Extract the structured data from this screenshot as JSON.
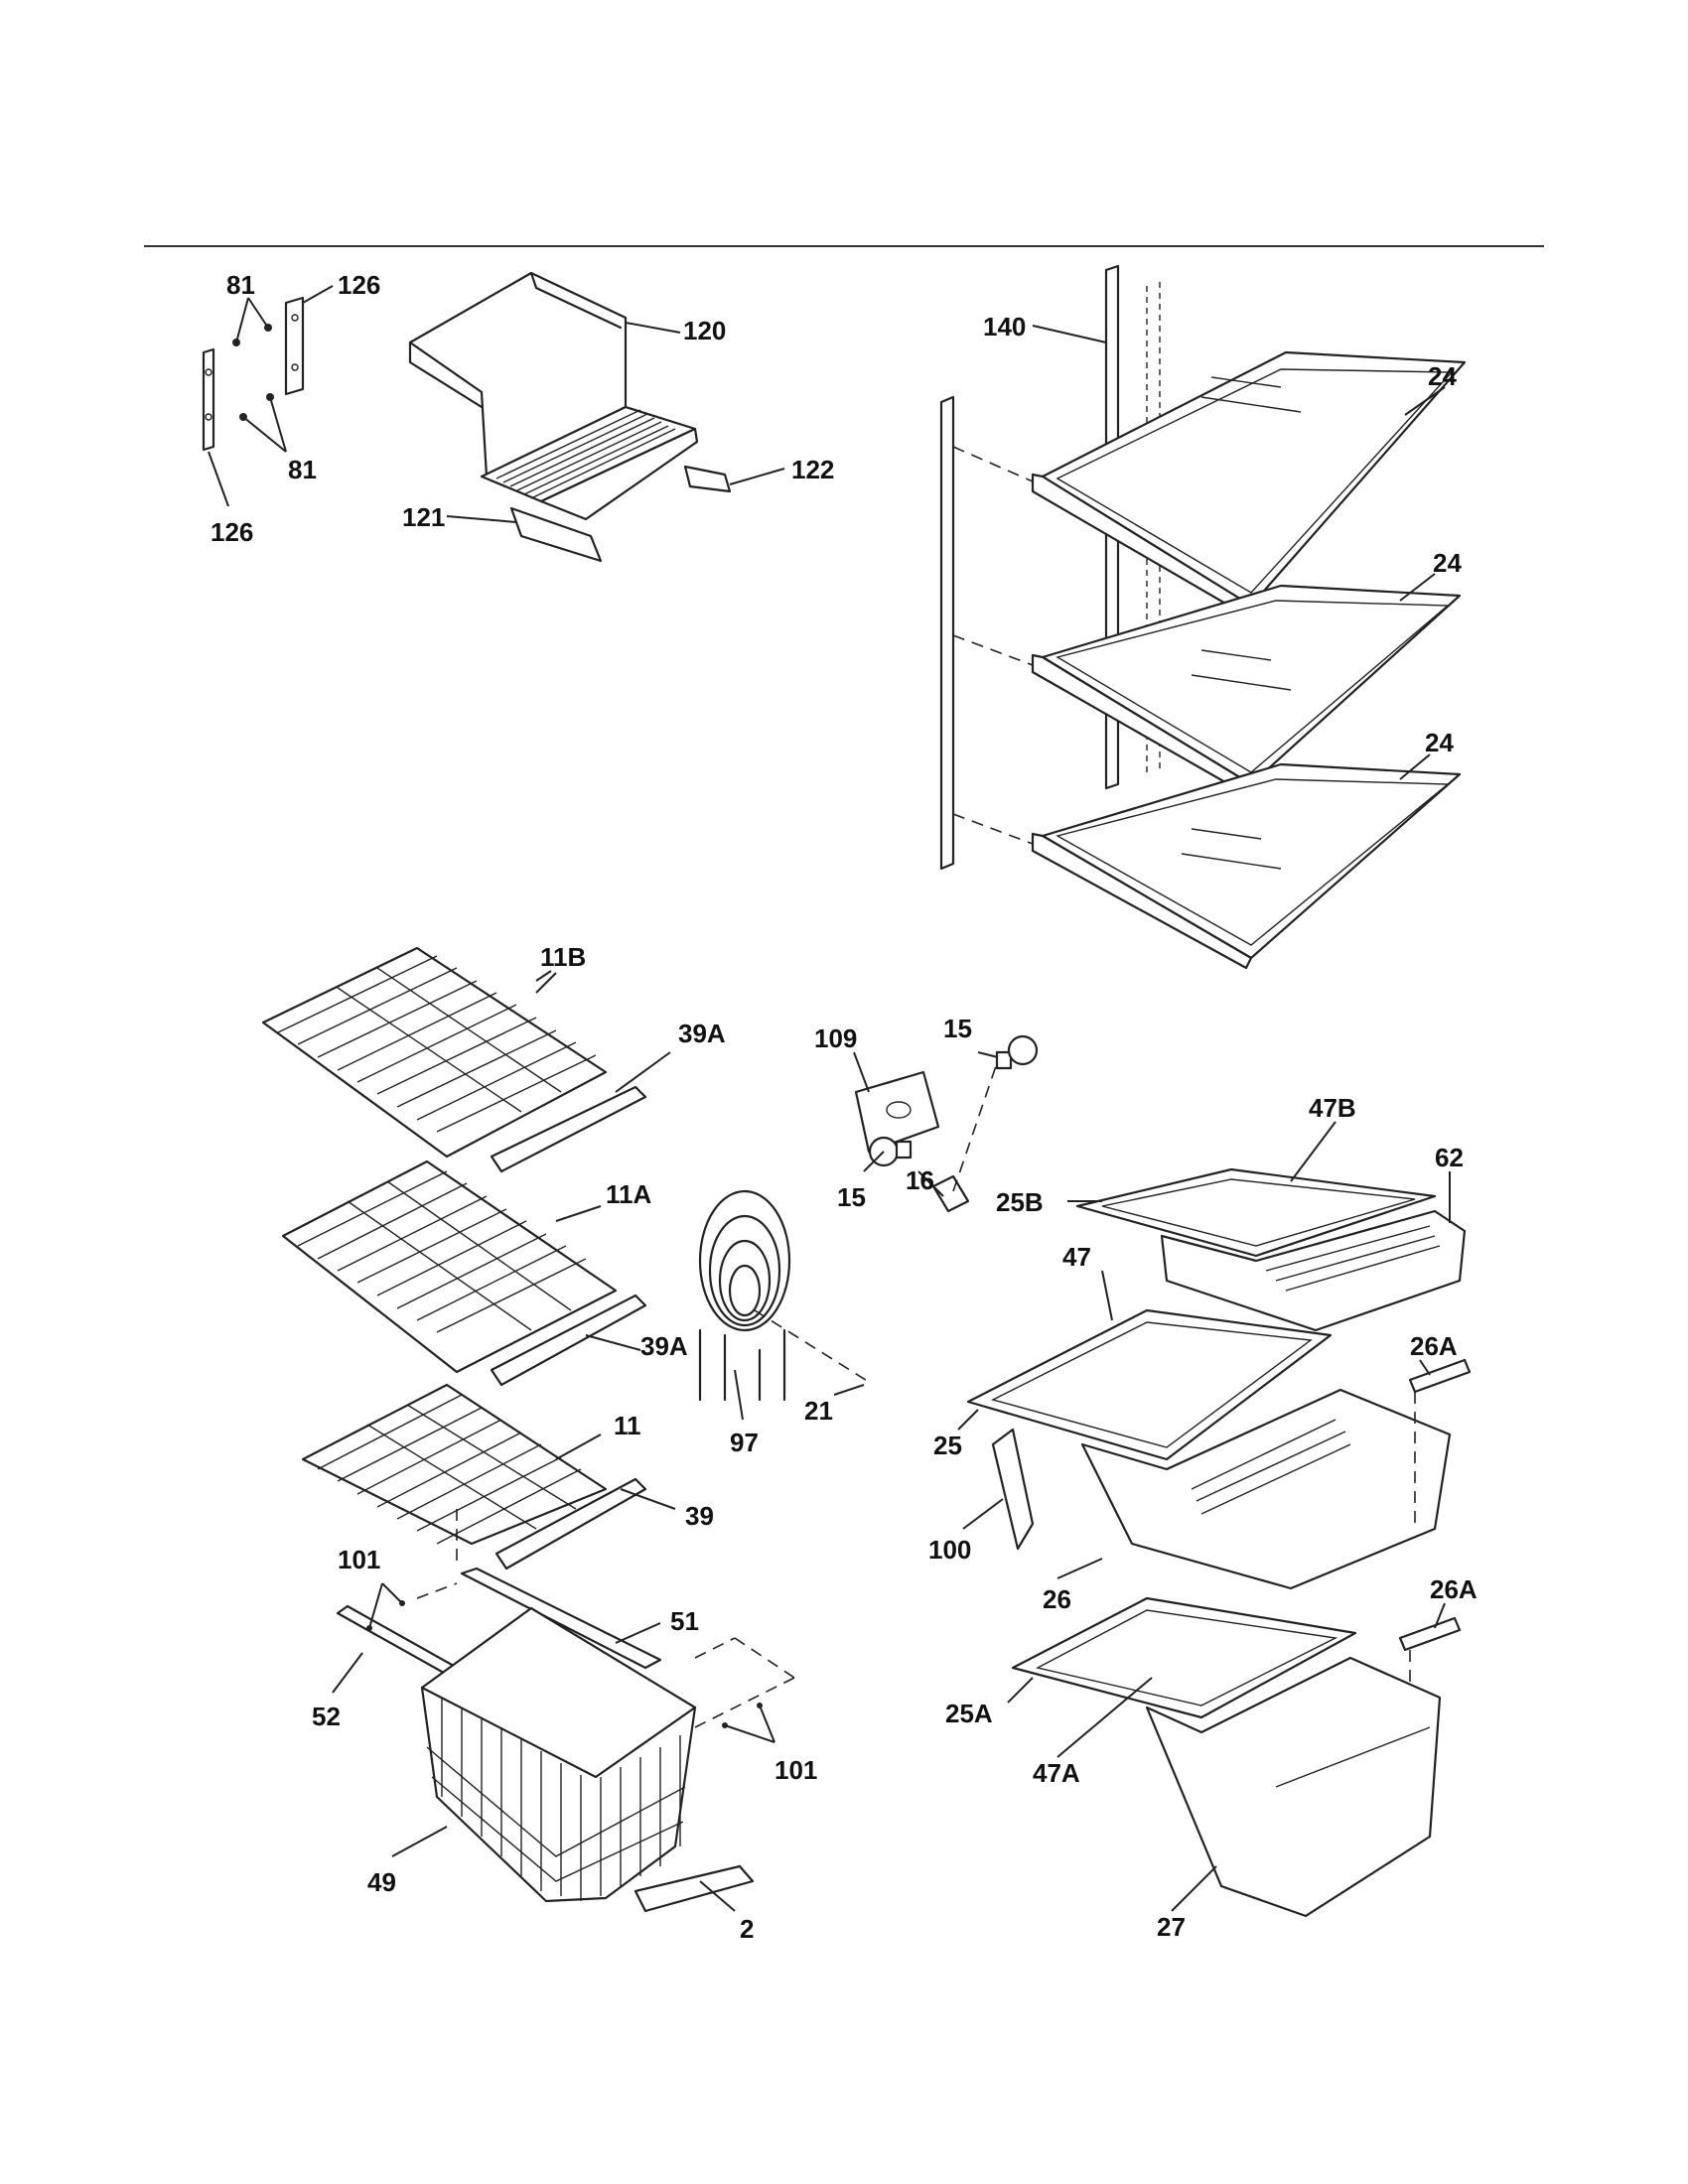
{
  "diagram": {
    "callouts": {
      "c81a": "81",
      "c126a": "126",
      "c81b": "81",
      "c126b": "126",
      "c120": "120",
      "c122": "122",
      "c121": "121",
      "c140": "140",
      "c24a": "24",
      "c24b": "24",
      "c24c": "24",
      "c11B": "11B",
      "c39Aa": "39A",
      "c11A": "11A",
      "c39Ab": "39A",
      "c11": "11",
      "c39": "39",
      "c109": "109",
      "c15a": "15",
      "c15b": "15",
      "c16": "16",
      "c97": "97",
      "c21": "21",
      "c101a": "101",
      "c51": "51",
      "c52": "52",
      "c101b": "101",
      "c49": "49",
      "c2": "2",
      "c47B": "47B",
      "c62": "62",
      "c25B": "25B",
      "c47": "47",
      "c26Aa": "26A",
      "c25": "25",
      "c100": "100",
      "c26": "26",
      "c26Ab": "26A",
      "c25A": "25A",
      "c47A": "47A",
      "c27": "27"
    }
  }
}
